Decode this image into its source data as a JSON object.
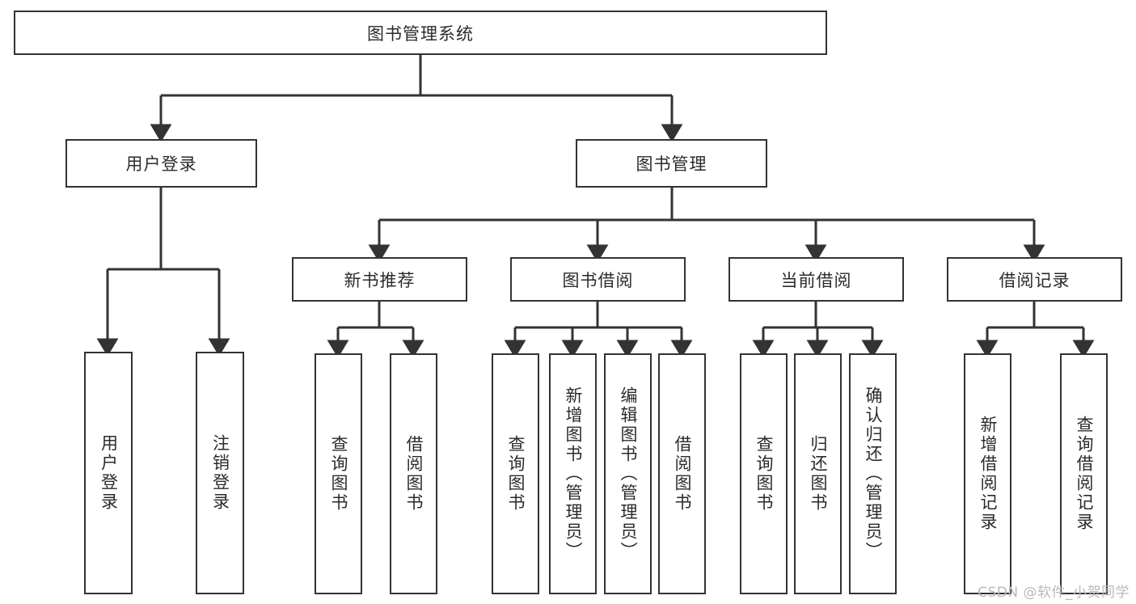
{
  "diagram": {
    "title": "图书管理系统",
    "type": "tree-hierarchy-chart",
    "watermark": "CSDN @软件_小贺同学",
    "colors": {
      "box_border": "#333333",
      "box_fill": "#ffffff",
      "connector": "#333333",
      "text": "#2b2b2b",
      "watermark": "#b9b9b9",
      "background": "#ffffff"
    },
    "nodes": {
      "root": {
        "label": "图书管理系统"
      },
      "level2": [
        {
          "id": "user-login",
          "label": "用户登录"
        },
        {
          "id": "book-management",
          "label": "图书管理"
        }
      ],
      "level3": [
        {
          "id": "new-book-recommend",
          "label": "新书推荐"
        },
        {
          "id": "book-borrow",
          "label": "图书借阅"
        },
        {
          "id": "current-borrow",
          "label": "当前借阅"
        },
        {
          "id": "borrow-record",
          "label": "借阅记录"
        }
      ],
      "leaves": {
        "user_login": [
          {
            "id": "leaf-user-login",
            "label": "用户登录"
          },
          {
            "id": "leaf-logout",
            "label": "注销登录"
          }
        ],
        "new_book_recommend": [
          {
            "id": "leaf-query-book-1",
            "label": "查询图书"
          },
          {
            "id": "leaf-borrow-book-1",
            "label": "借阅图书"
          }
        ],
        "book_borrow": [
          {
            "id": "leaf-query-book-2",
            "label": "查询图书"
          },
          {
            "id": "leaf-add-book",
            "label": "新增图书（管理员）"
          },
          {
            "id": "leaf-edit-book",
            "label": "编辑图书（管理员）"
          },
          {
            "id": "leaf-borrow-book-2",
            "label": "借阅图书"
          }
        ],
        "current_borrow": [
          {
            "id": "leaf-query-book-3",
            "label": "查询图书"
          },
          {
            "id": "leaf-return-book",
            "label": "归还图书"
          },
          {
            "id": "leaf-confirm-return",
            "label": "确认归还（管理员）"
          }
        ],
        "borrow_record": [
          {
            "id": "leaf-add-record",
            "label": "新增借阅记录"
          },
          {
            "id": "leaf-query-record",
            "label": "查询借阅记录"
          }
        ]
      }
    }
  }
}
